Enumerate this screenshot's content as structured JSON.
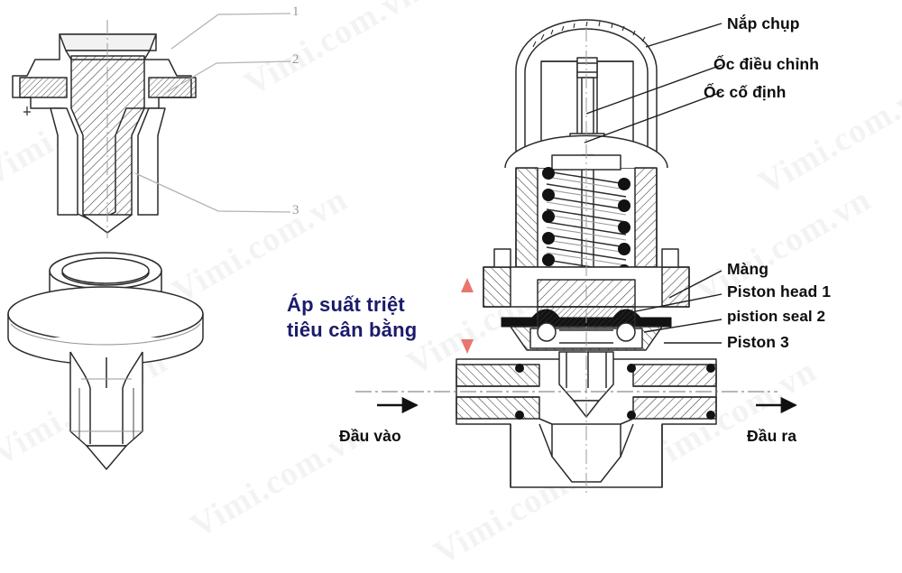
{
  "diagram": {
    "title": "Pressure reducing valve cross-section diagram",
    "watermark_text": "Vimi.com.vn",
    "colors": {
      "line": "#2b2b2b",
      "light_line": "#8d8d8d",
      "callout_line": "#b3b3b3",
      "label_text": "#0d0d0d",
      "highlight_text": "#1b1b6b",
      "arrow_red": "#e8766e",
      "hatch": "#3a3a3a",
      "background": "#ffffff"
    }
  },
  "callouts": {
    "items": [
      {
        "id": "1",
        "label": "1"
      },
      {
        "id": "2",
        "label": "2"
      },
      {
        "id": "3",
        "label": "3"
      }
    ]
  },
  "labels_top_right": {
    "items": [
      {
        "id": "nap-chup",
        "label": "Nắp chụp"
      },
      {
        "id": "oc-dieu-chinh",
        "label": "Ốc điều chỉnh"
      },
      {
        "id": "oc-co-dinh",
        "label": "Ốc cố định"
      }
    ]
  },
  "labels_mid_right": {
    "items": [
      {
        "id": "mang",
        "label": "Màng"
      },
      {
        "id": "piston-head-1",
        "label": "Piston head 1"
      },
      {
        "id": "pistion-seal-2",
        "label": "pistion seal 2"
      },
      {
        "id": "piston-3",
        "label": "Piston 3"
      }
    ]
  },
  "annotation_blue": {
    "line1": "Áp suất triệt",
    "line2": "tiêu cân bằng"
  },
  "flow": {
    "inlet_label": "Đầu vào",
    "outlet_label": "Đầu ra"
  }
}
